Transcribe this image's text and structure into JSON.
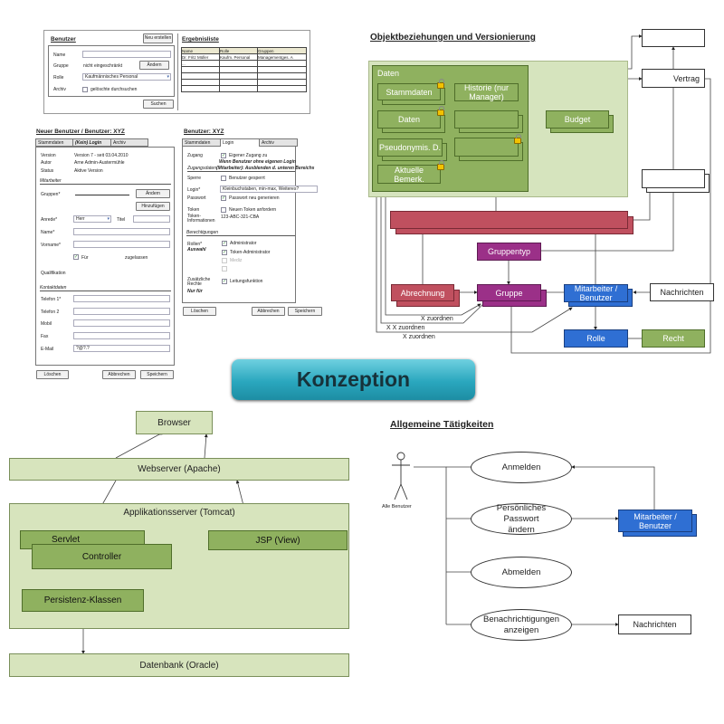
{
  "search_form": {
    "title": "Benutzer",
    "new_button": "Neu erstellen",
    "fields": {
      "name_label": "Name",
      "name_value": "",
      "group_label": "Gruppe",
      "group_value": "nicht eingeschränkt",
      "change_button": "Ändern",
      "role_label": "Rolle",
      "role_value": "Kaufmännisches Personal",
      "archive_label": "Archiv",
      "archive_checkbox": "gelöschte durchsuchen"
    },
    "search_button": "Suchen",
    "results": {
      "title": "Ergebnisliste",
      "columns": [
        "Name",
        "Rolle",
        "Gruppen"
      ],
      "rows": [
        [
          "Dr. Fritz Müller",
          "Kaufm. Personal",
          "Managementges. A"
        ],
        [
          "...",
          "",
          ""
        ],
        [
          "",
          "",
          ""
        ],
        [
          "",
          "",
          ""
        ],
        [
          "",
          "",
          ""
        ],
        [
          "",
          "",
          ""
        ]
      ]
    }
  },
  "user_form": {
    "title": "Neuer Benutzer / Benutzer: XYZ",
    "tabs": [
      "Stammdaten",
      "(Kein) Login",
      "Archiv"
    ],
    "version_label": "Version",
    "version_value": "Version 7 - seit 03.04.2010",
    "author_label": "Autor",
    "author_value": "Arne Admin-Austermühle",
    "status_label": "Status",
    "status_value": "Aktive Version",
    "section_employee": "Mitarbeiter",
    "groups_label": "Gruppen*",
    "change_button": "Ändern",
    "add_button": "Hinzufügen",
    "salutation_label": "Anrede*",
    "salutation_value": "Herr",
    "title_label": "Titel",
    "name_label": "Name*",
    "firstname_label": "Vorname*",
    "for_checkbox": "Für",
    "admitted": "zugelassen",
    "qualification_label": "Qualifikation",
    "section_contact": "Kontaktdaten",
    "phone1_label": "Telefon 1*",
    "phone2_label": "Telefon 2",
    "mobile_label": "Mobil",
    "fax_label": "Fax",
    "email_label": "E-Mail",
    "email_value": "?@?.?",
    "delete_button": "Löschen",
    "cancel_button": "Abbrechen",
    "save_button": "Speichern"
  },
  "login_form": {
    "title": "Benutzer: XYZ",
    "tabs": [
      "Stammdaten",
      "Login",
      "Archiv"
    ],
    "access_label": "Zugang",
    "access_checkbox": "Eigener Zugang zu",
    "note1": "Wenn Benutzer ohne eigenen Login",
    "note2_prefix": "Zugangsdaten",
    "note2": "(Mitarbeiter): Ausblenden d. unteren Bereichs",
    "lock_label": "Sperre",
    "lock_checkbox": "Benutzer gesperrt",
    "login_label": "Login*",
    "login_value": "Kleinbuchstaben, min-max, Weiteres?",
    "password_label": "Passwort",
    "password_checkbox": "Passwort neu generieren",
    "token_label": "Token",
    "token_checkbox": "Neuen Token anfordern",
    "token_info_label": "Token-Informationen",
    "token_info_value": "123-ABC-321-CBA",
    "section_permissions": "Berechtigungen",
    "roles_label": "Rollen*",
    "roles_note": "Auswahl",
    "roles": [
      {
        "label": "Administrator",
        "checked": true
      },
      {
        "label": "Token-Administrator",
        "checked": true
      },
      {
        "label": "Mediz",
        "checked": false
      },
      {
        "label": "",
        "checked": false
      }
    ],
    "extra_label": "Zusätzliche Rechte",
    "extra_note": "Nur für",
    "extra_checkbox": "Leitungsfunktion",
    "delete_button": "Löschen",
    "cancel_button": "Abbrechen",
    "save_button": "Speichern"
  },
  "object_diagram": {
    "title": "Objektbeziehungen und Versionierung",
    "container": "Daten",
    "data_boxes": [
      "Stammdaten",
      "Historie (nur Manager)",
      "Daten",
      "",
      "Pseudonymis. D.",
      "",
      "Aktuelle Bemerk."
    ],
    "budget": "Budget",
    "contract": "Vertrag",
    "group_type": "Gruppentyp",
    "billing": "Abrechnung",
    "group": "Gruppe",
    "employee": "Mitarbeiter / Benutzer",
    "messages": "Nachrichten",
    "role": "Rolle",
    "right": "Recht",
    "assign_labels": [
      "X zuordnen",
      "X X zuordnen",
      "X zuordnen"
    ],
    "colors": {
      "data": "#8fb15f",
      "container": "#d6e4be",
      "billing": "#c0505f",
      "group": "#9b3088",
      "user": "#2f6fd3"
    }
  },
  "banner": {
    "label": "Konzeption",
    "color": "#2aa7be"
  },
  "architecture": {
    "browser": "Browser",
    "webserver": "Webserver (Apache)",
    "appserver": "Applikationsserver (Tomcat)",
    "servlet": "Servlet",
    "controller": "Controller",
    "jsp": "JSP (View)",
    "persistence": "Persistenz-Klassen",
    "database": "Datenbank (Oracle)"
  },
  "use_cases": {
    "title": "Allgemeine Tätigkeiten",
    "actor": "Alle Benutzer",
    "cases": [
      "Anmelden",
      "Persönliches Passwort ändern",
      "Abmelden",
      "Benachrichtigungen anzeigen"
    ],
    "employee": "Mitarbeiter / Benutzer",
    "messages": "Nachrichten"
  }
}
